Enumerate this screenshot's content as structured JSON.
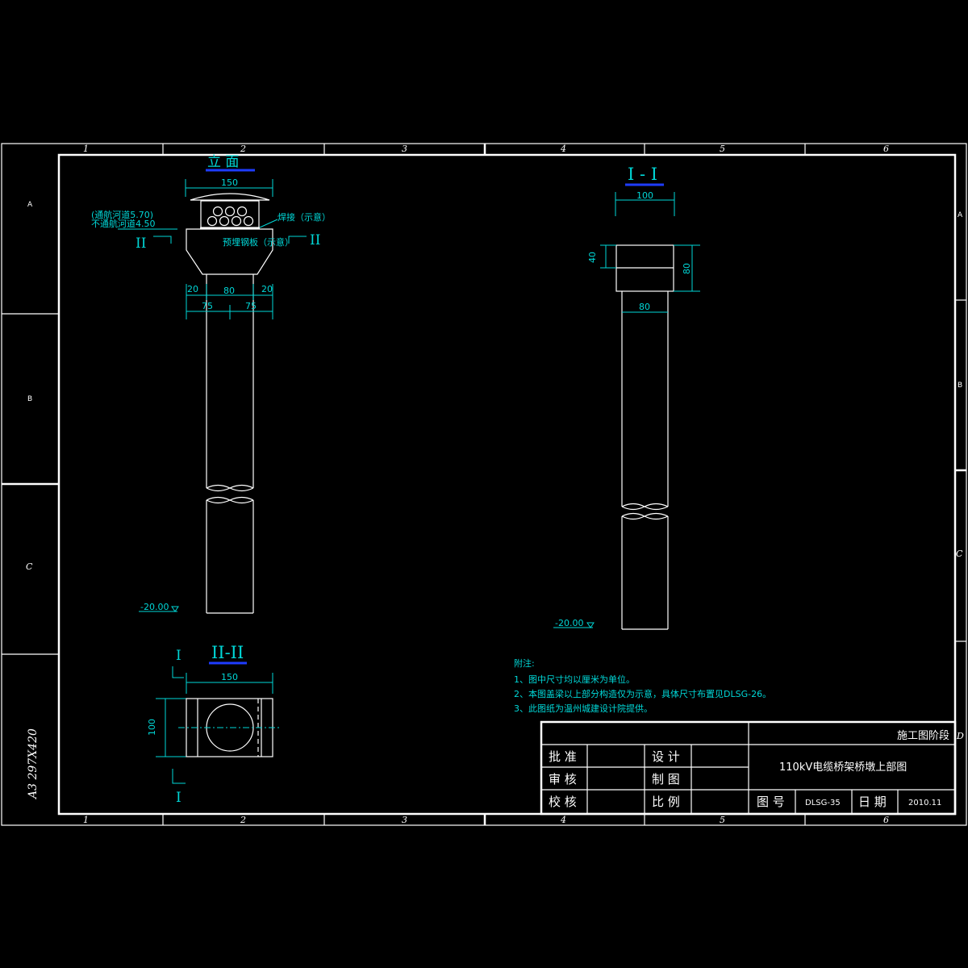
{
  "frame": {
    "col_labels": [
      "1",
      "2",
      "3",
      "4",
      "5",
      "6"
    ],
    "row_labels_left": [
      "A",
      "B",
      "C"
    ],
    "row_labels_right": [
      "A",
      "B",
      "C",
      "D"
    ],
    "sheet_size": "A3  297X420"
  },
  "elevation": {
    "title": "立  面",
    "dim_top": "150",
    "level_1": "(通航河道5.70)",
    "level_2": "不通航河道4.50",
    "weld_note": "焊接（示意）",
    "plate_note": "预埋钢板（示意）",
    "section_mark": "II",
    "dim_20": "20",
    "dim_80": "80",
    "dim_75": "75",
    "bottom_level": "-20.00"
  },
  "section_1": {
    "title": "I - I",
    "dim_top": "100",
    "dim_40": "40",
    "dim_80v": "80",
    "dim_80": "80",
    "bottom_level": "-20.00"
  },
  "section_2": {
    "title": "II-II",
    "dim_top": "150",
    "dim_side": "100",
    "mark": "I"
  },
  "notes": {
    "heading": "附注:",
    "items": [
      "1、图中尺寸均以厘米为单位。",
      "2、本图盖梁以上部分构造仅为示意，具体尺寸布置见DLSG-26。",
      "3、此图纸为温州城建设计院提供。"
    ]
  },
  "title_block": {
    "stage": "施工图阶段",
    "approve": "批 准",
    "review": "审 核",
    "check": "校 核",
    "design": "设 计",
    "draw": "制 图",
    "scale": "比 例",
    "drawing_title": "110kV电缆桥架桥墩上部图",
    "drawing_no_label": "图 号",
    "drawing_no": "DLSG-35",
    "date_label": "日 期",
    "date": "2010.11"
  }
}
